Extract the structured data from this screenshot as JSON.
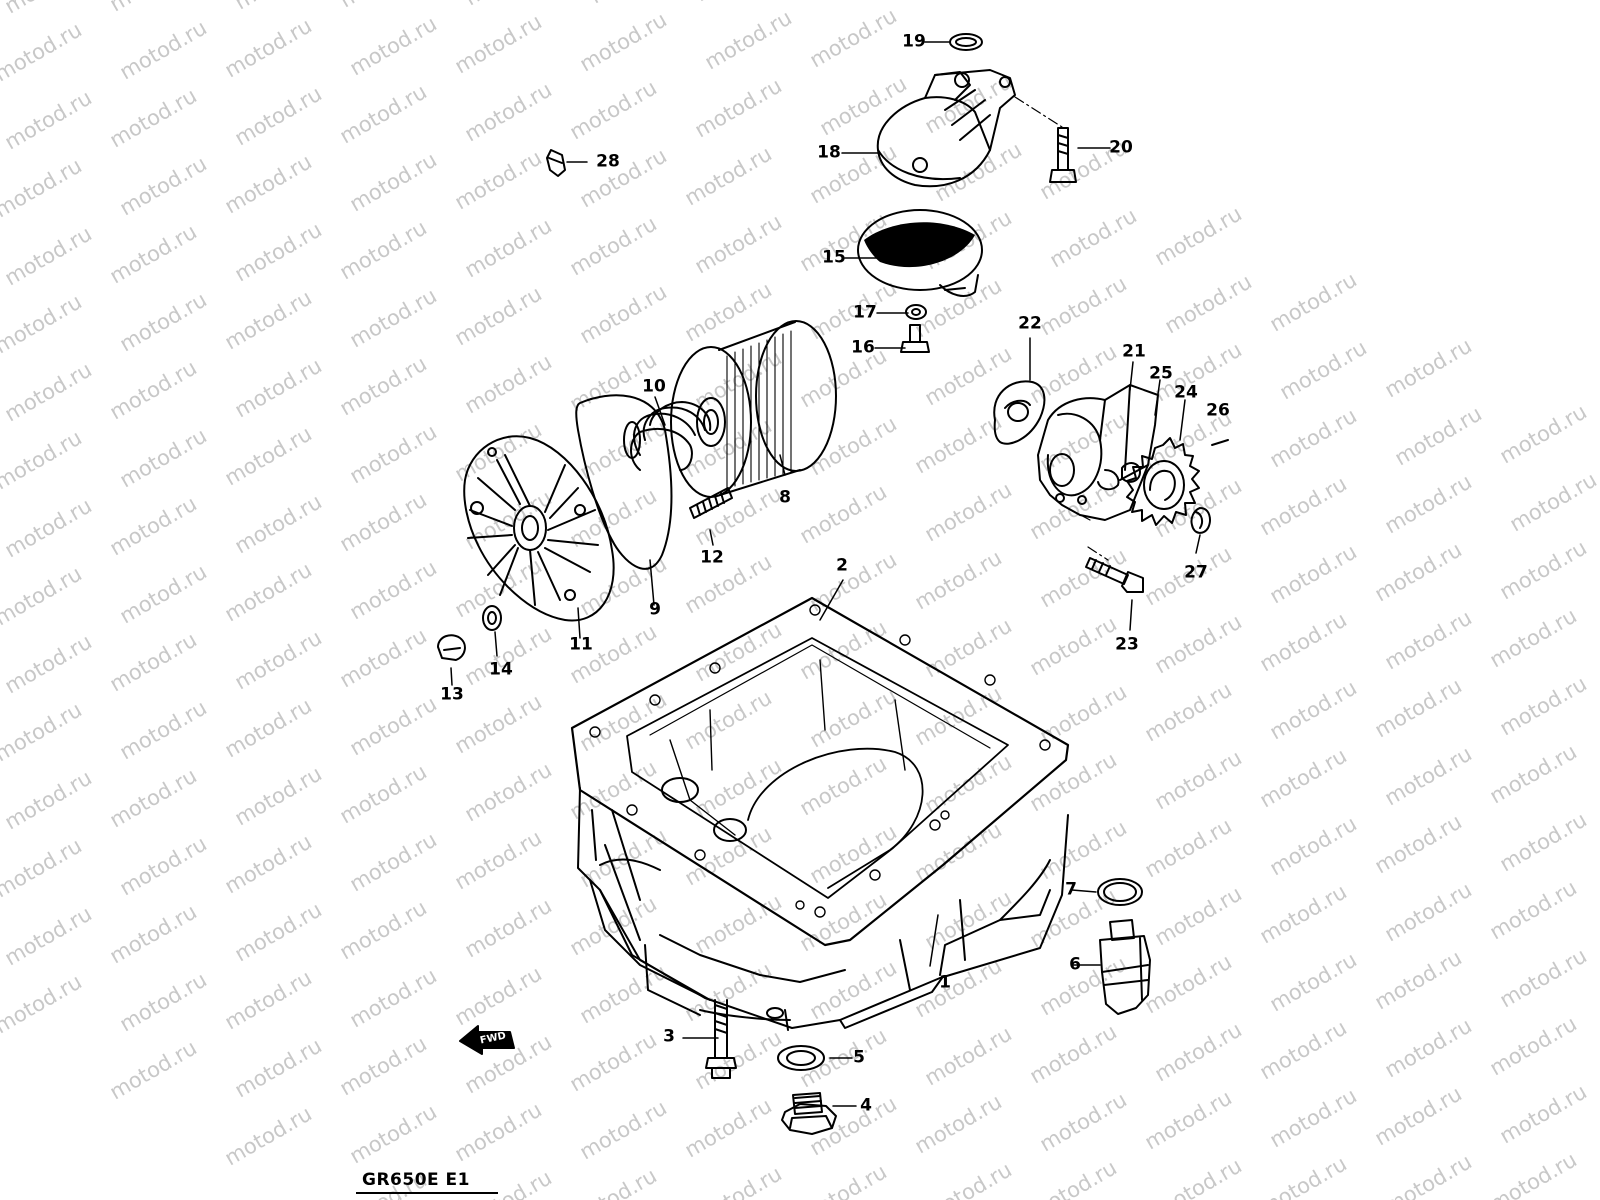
{
  "watermark": "motod.ru",
  "caption": "GR650E E1",
  "fwd_label": "FWD",
  "parts": {
    "p1": "1",
    "p2": "2",
    "p3": "3",
    "p4": "4",
    "p5": "5",
    "p6": "6",
    "p7": "7",
    "p8": "8",
    "p9": "9",
    "p10": "10",
    "p11": "11",
    "p12": "12",
    "p13": "13",
    "p14": "14",
    "p15": "15",
    "p16": "16",
    "p17": "17",
    "p18": "18",
    "p19": "19",
    "p20": "20",
    "p21": "21",
    "p22": "22",
    "p23": "23",
    "p24": "24",
    "p25": "25",
    "p26": "26",
    "p27": "27",
    "p28": "28"
  }
}
